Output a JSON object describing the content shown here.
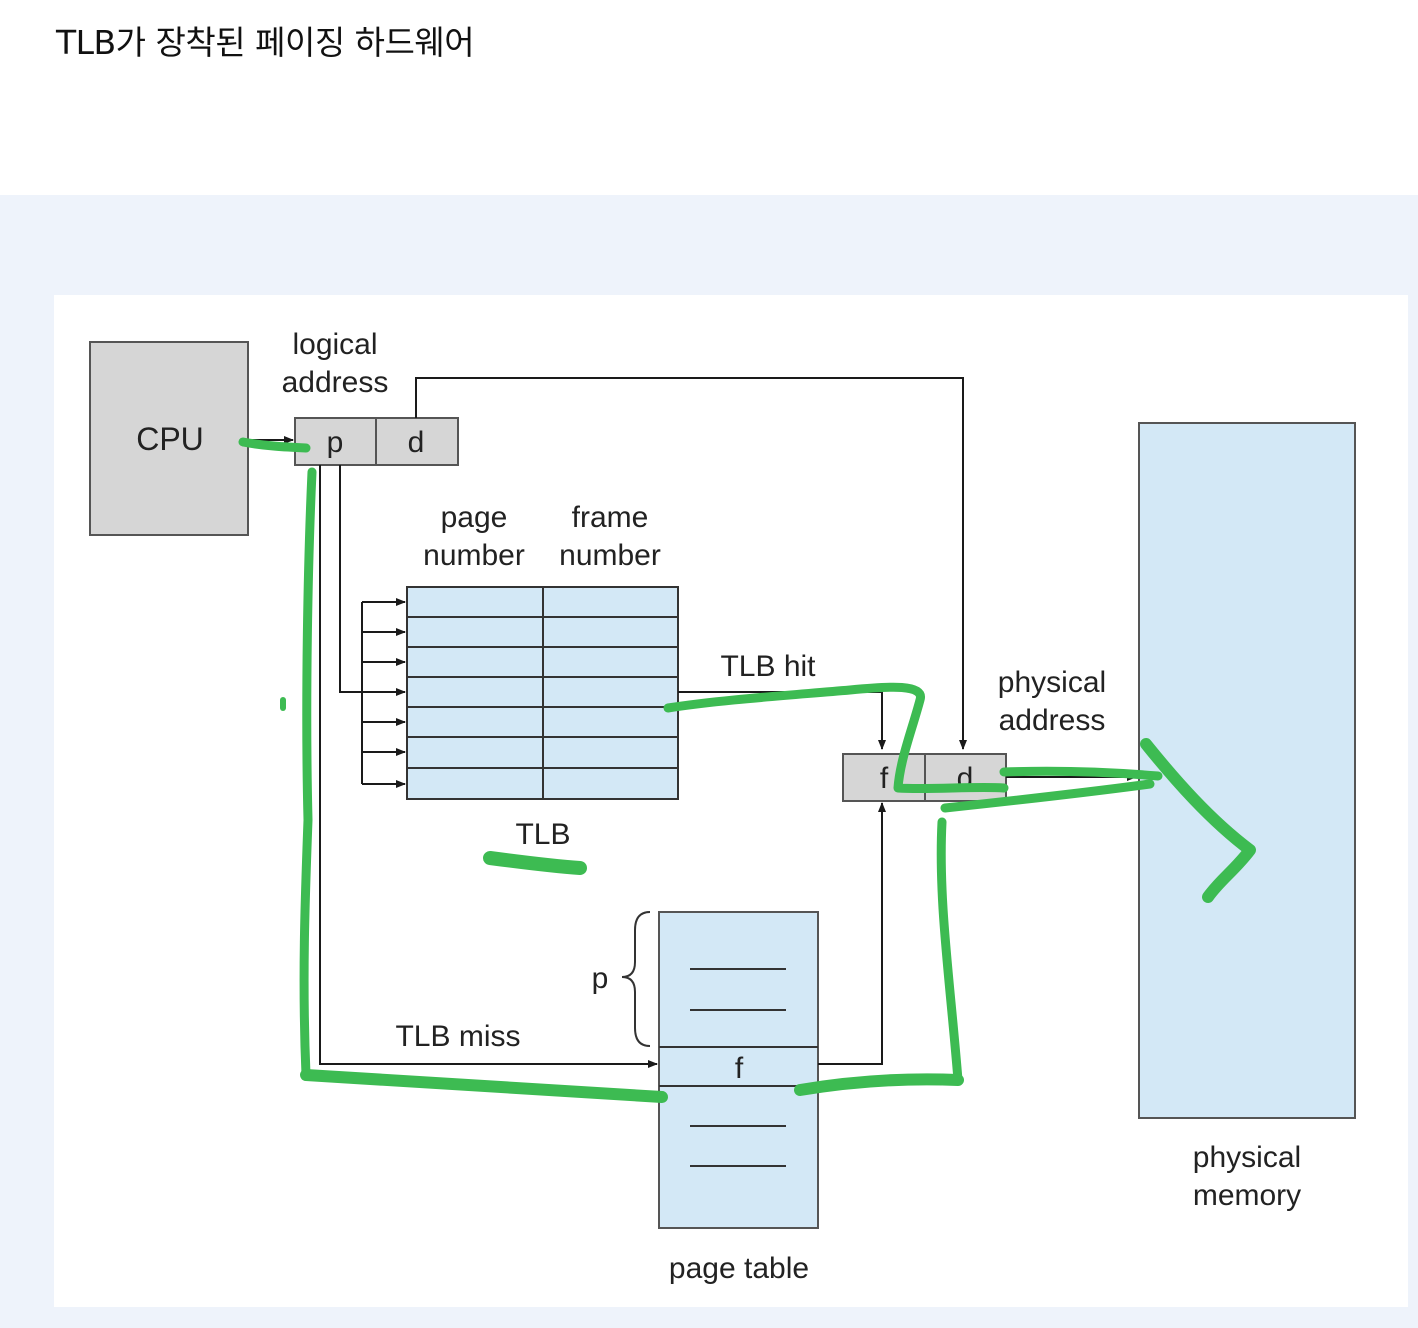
{
  "page": {
    "heading": "TLB가 장착된 페이징 하드웨어"
  },
  "diagram": {
    "cpu": {
      "label": "CPU"
    },
    "logical_address": {
      "label_line1": "logical",
      "label_line2": "address",
      "p": "p",
      "d": "d"
    },
    "tlb": {
      "col1_line1": "page",
      "col1_line2": "number",
      "col2_line1": "frame",
      "col2_line2": "number",
      "caption": "TLB",
      "hit_label": "TLB hit",
      "miss_label": "TLB miss"
    },
    "physical_address": {
      "label_line1": "physical",
      "label_line2": "address",
      "f": "f",
      "d": "d"
    },
    "page_table": {
      "p_label": "p",
      "f_entry": "f",
      "caption": "page table"
    },
    "physical_memory": {
      "label_line1": "physical",
      "label_line2": "memory"
    },
    "colors": {
      "gray_box": "#d6d6d6",
      "blue_box": "#d3e8f6",
      "line": "#1a1a1a",
      "highlight": "#3dbb52"
    }
  }
}
